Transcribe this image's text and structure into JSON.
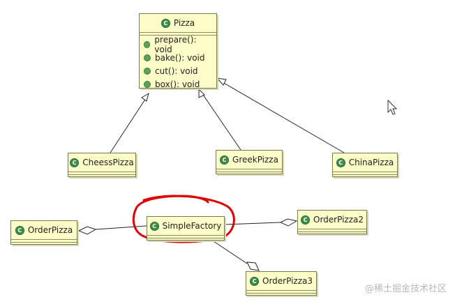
{
  "classes": {
    "pizza": {
      "name": "Pizza",
      "methods": [
        "prepare(): void",
        "bake(): void",
        "cut(): void",
        "box(): void"
      ]
    },
    "cheess_pizza": {
      "name": "CheessPizza"
    },
    "greek_pizza": {
      "name": "GreekPizza"
    },
    "china_pizza": {
      "name": "ChinaPizza"
    },
    "simple_factory": {
      "name": "SimpleFactory"
    },
    "order_pizza": {
      "name": "OrderPizza"
    },
    "order_pizza2": {
      "name": "OrderPizza2"
    },
    "order_pizza3": {
      "name": "OrderPizza3"
    }
  },
  "class_icon_letter": "C",
  "watermark": "@稀土掘金技术社区",
  "colors": {
    "class_fill": "#fcfcc8",
    "highlight_circle": "#e00000",
    "class_icon": "#3e8b4a"
  }
}
